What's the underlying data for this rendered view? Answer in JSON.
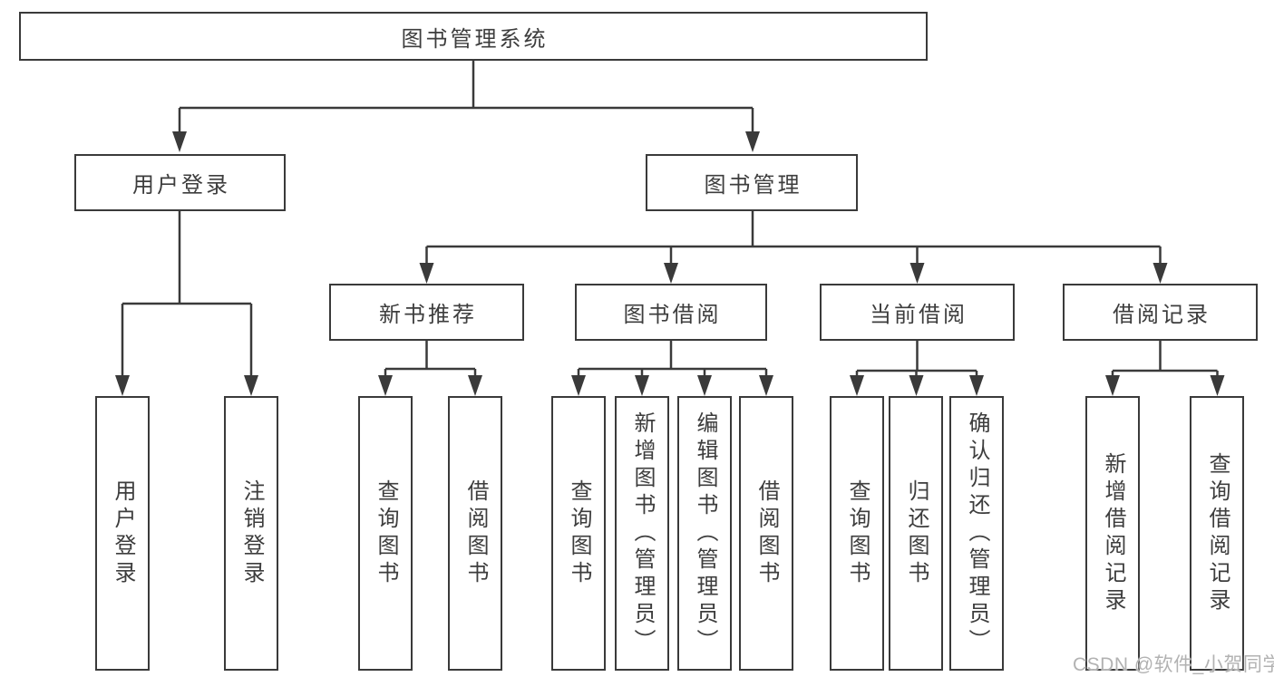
{
  "diagram": {
    "nodes": {
      "root": "图书管理系统",
      "user_login": "用户登录",
      "book_mgmt": "图书管理",
      "new_book_rec": "新书推荐",
      "book_borrow": "图书借阅",
      "current_borrow": "当前借阅",
      "borrow_records": "借阅记录",
      "leaf_user_login": "用户登录",
      "leaf_logout": "注销登录",
      "leaf_nbr_query": "查询图书",
      "leaf_nbr_borrow": "借阅图书",
      "leaf_bb_query": "查询图书",
      "leaf_bb_add": "新增图书（管理员）",
      "leaf_bb_edit": "编辑图书（管理员）",
      "leaf_bb_borrow": "借阅图书",
      "leaf_cb_query": "查询图书",
      "leaf_cb_return": "归还图书",
      "leaf_cb_confirm": "确认归还（管理员）",
      "leaf_br_add": "新增借阅记录",
      "leaf_br_query": "查询借阅记录"
    },
    "edges": [
      [
        "root",
        "user_login"
      ],
      [
        "root",
        "book_mgmt"
      ],
      [
        "user_login",
        "leaf_user_login"
      ],
      [
        "user_login",
        "leaf_logout"
      ],
      [
        "book_mgmt",
        "new_book_rec"
      ],
      [
        "book_mgmt",
        "book_borrow"
      ],
      [
        "book_mgmt",
        "current_borrow"
      ],
      [
        "book_mgmt",
        "borrow_records"
      ],
      [
        "new_book_rec",
        "leaf_nbr_query"
      ],
      [
        "new_book_rec",
        "leaf_nbr_borrow"
      ],
      [
        "book_borrow",
        "leaf_bb_query"
      ],
      [
        "book_borrow",
        "leaf_bb_add"
      ],
      [
        "book_borrow",
        "leaf_bb_edit"
      ],
      [
        "book_borrow",
        "leaf_bb_borrow"
      ],
      [
        "current_borrow",
        "leaf_cb_query"
      ],
      [
        "current_borrow",
        "leaf_cb_return"
      ],
      [
        "current_borrow",
        "leaf_cb_confirm"
      ],
      [
        "borrow_records",
        "leaf_br_add"
      ],
      [
        "borrow_records",
        "leaf_br_query"
      ]
    ],
    "colors": {
      "line": "#3a3a3a",
      "text": "#3d3d3d",
      "background": "#ffffff"
    }
  },
  "watermark": {
    "text": "CSDN @软件_小贺同学",
    "color": "#b2b2b2"
  }
}
